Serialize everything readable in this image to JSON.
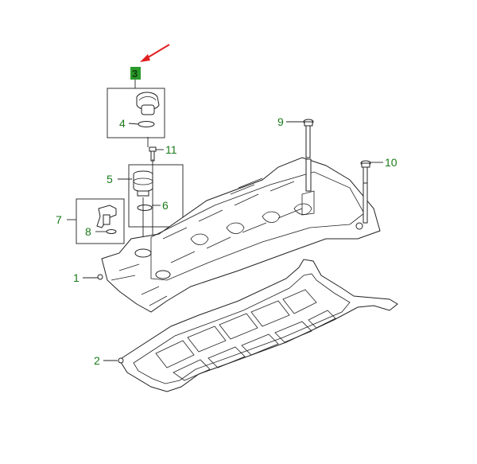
{
  "highlight_color": "#2b9a2b",
  "label_color": "#1a7a1a",
  "arrow_color": "#e02020",
  "callouts": [
    {
      "id": "c3",
      "label": "3",
      "highlighted": true
    },
    {
      "id": "c4",
      "label": "4"
    },
    {
      "id": "c9",
      "label": "9"
    },
    {
      "id": "c11",
      "label": "11"
    },
    {
      "id": "c10",
      "label": "10"
    },
    {
      "id": "c5",
      "label": "5"
    },
    {
      "id": "c6",
      "label": "6"
    },
    {
      "id": "c7",
      "label": "7"
    },
    {
      "id": "c8",
      "label": "8"
    },
    {
      "id": "c1",
      "label": "1"
    },
    {
      "id": "c2",
      "label": "2"
    }
  ],
  "icons": {
    "pointer": "red-arrow-icon"
  }
}
